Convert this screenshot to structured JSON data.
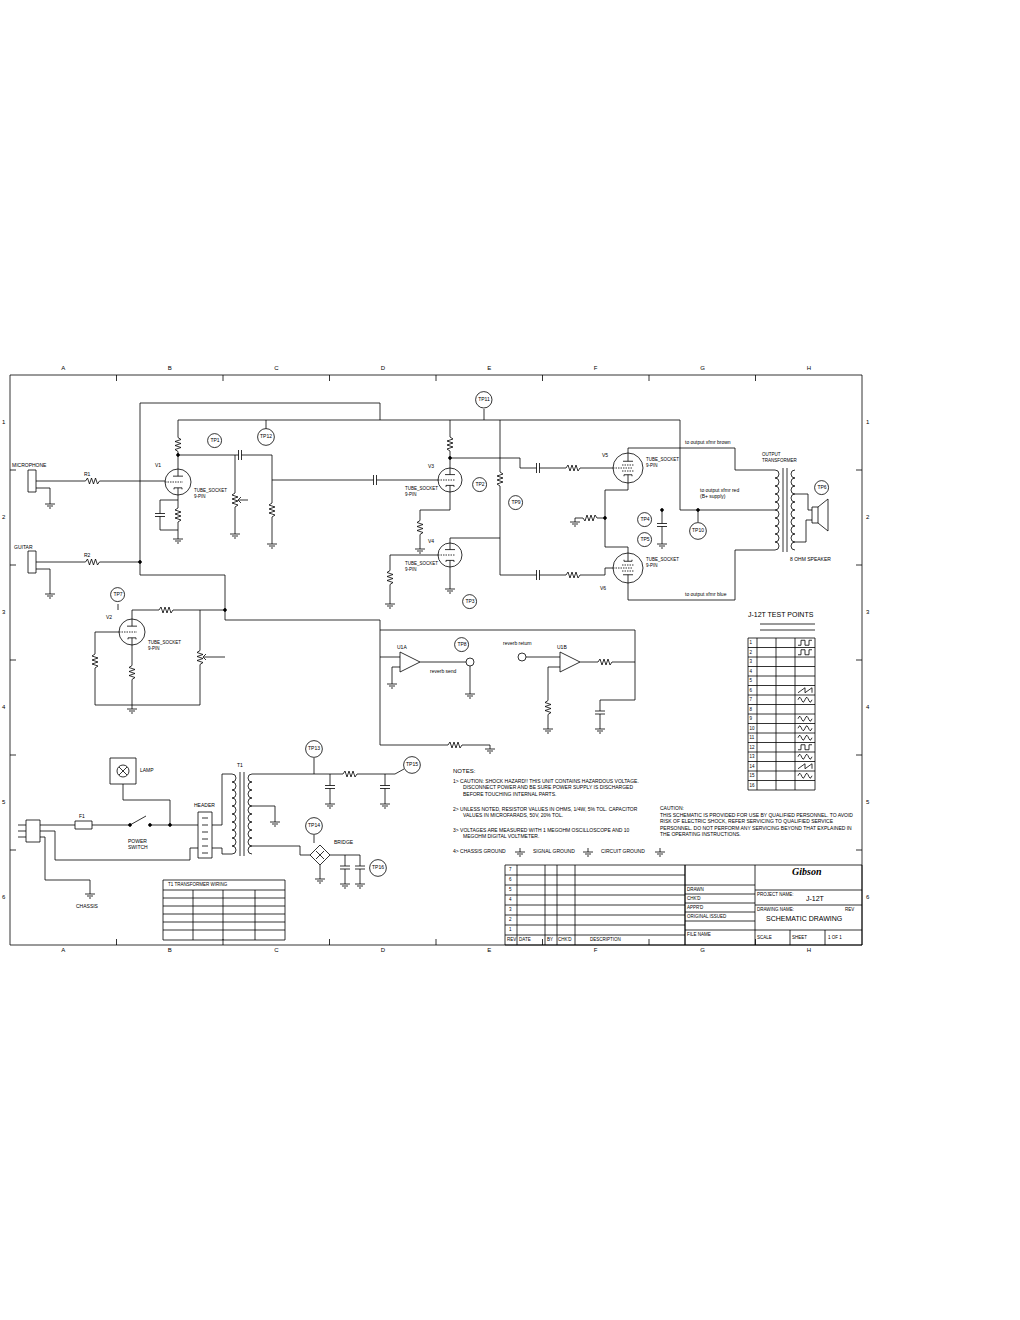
{
  "diagram": {
    "nodes": [
      {
        "text": [
          "TP11"
        ]
      },
      {
        "text": [
          "TP12"
        ]
      },
      {
        "text": [
          "TP1"
        ]
      },
      {
        "text": [
          "TP2"
        ]
      },
      {
        "text": [
          "TP6"
        ]
      },
      {
        "text": [
          "TP9"
        ]
      },
      {
        "text": [
          "TP4"
        ]
      },
      {
        "text": [
          "TP10"
        ]
      },
      {
        "text": [
          "TP5"
        ]
      },
      {
        "text": [
          "TP7"
        ]
      },
      {
        "text": [
          "TP3"
        ]
      },
      {
        "text": [
          "TP8"
        ]
      },
      {
        "text": [
          "TP13"
        ]
      },
      {
        "text": [
          "TP15"
        ]
      },
      {
        "text": [
          "TP14"
        ]
      },
      {
        "text": [
          "TP16"
        ]
      }
    ],
    "labels": [
      "A",
      "B",
      "C",
      "D",
      "E",
      "F",
      "G",
      "H",
      "A",
      "B",
      "C",
      "D",
      "E",
      "F",
      "G",
      "H",
      "1",
      "2",
      "3",
      "4",
      "5",
      "6",
      "1",
      "2",
      "3",
      "4",
      "5",
      "6",
      "MICROPHONE",
      "GUITAR",
      "R1",
      "R2",
      "V1",
      "TUBE_SOCKET 9-PIN",
      "V2",
      "TUBE_SOCKET 9-PIN",
      "V3",
      "TUBE_SOCKET 9-PIN",
      "V4",
      "TUBE_SOCKET 9-PIN",
      "V5",
      "TUBE_SOCKET 9-PIN",
      "V6",
      "TUBE_SOCKET 9-PIN",
      "to output xfmr brown",
      "to output xfmr red (B+ supply)",
      "to output xfmr blue",
      "OUTPUT TRANSFORMER",
      "8 OHM SPEAKER",
      "reverb send",
      "reverb return",
      "U1A",
      "U1B",
      "LAMP",
      "F1",
      "POWER SWITCH",
      "T1",
      "HEADER",
      "BRIDGE",
      "CHASSIS",
      "NOTES:",
      "1> CAUTION: SHOCK HAZARD!! THIS UNIT CONTAINS HAZARDOUS VOLTAGE. DISCONNECT POWER AND BE SURE POWER SUPPLY IS DISCHARGED BEFORE TOUCHING INTERNAL PARTS.",
      "2> UNLESS NOTED, RESISTOR VALUES IN OHMS, 1/4W, 5% TOL. CAPACITOR VALUES IN MICROFARADS, 50V, 20% TOL.",
      "3> VOLTAGES ARE MEASURED WITH 1 MEGOHM OSCILLOSCOPE AND 10 MEGOHM DIGITAL VOLTMETER.",
      "4> CHASSIS GROUND",
      "SIGNAL GROUND",
      "CIRCUIT GROUND",
      "CAUTION:",
      "THIS SCHEMATIC IS PROVIDED FOR USE BY QUALIFIED PERSONNEL. TO AVOID RISK OF ELECTRIC SHOCK, REFER SERVICING TO QUALIFIED SERVICE PERSONNEL. DO NOT PERFORM ANY SERVICING BEYOND THAT EXPLAINED IN THE OPERATING INSTRUCTIONS.",
      "J-12T TEST POINTS",
      "1",
      "2",
      "3",
      "4",
      "5",
      "6",
      "7",
      "8",
      "9",
      "10",
      "11",
      "12",
      "13",
      "14",
      "15",
      "16",
      "T1 TRANSFORMER WIRING",
      "Gibson",
      "DRAWN",
      "CHK'D",
      "APPR'D",
      "ORIGINAL ISSUED",
      "FILE NAME",
      "PROJECT NAME:",
      "J-12T",
      "DRAWING NAME:",
      "SCHEMATIC DRAWING",
      "REV",
      "SCALE",
      "SHEET",
      "1 OF 1",
      "REV",
      "DATE",
      "BY",
      "CHK'D",
      "DESCRIPTION",
      "7",
      "6",
      "5",
      "4",
      "3",
      "2",
      "1"
    ]
  }
}
